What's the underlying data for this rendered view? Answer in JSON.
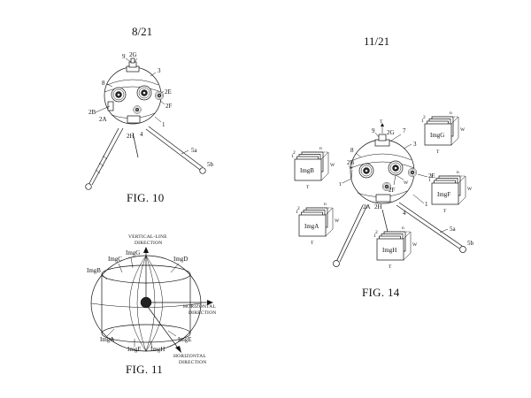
{
  "sheets": {
    "left": {
      "page": "8/21",
      "fig10_caption": "FIG. 10",
      "fig11_caption": "FIG. 11"
    },
    "right": {
      "page": "11/21",
      "fig14_caption": "FIG. 14"
    }
  },
  "fig10": {
    "labels": {
      "l9": "9",
      "l2G": "2G",
      "l3": "3",
      "l8": "8",
      "l2E": "2E",
      "l2F": "2F",
      "l2B": "2B",
      "l2A": "2A",
      "l1": "1",
      "l2H": "2H",
      "l4": "4",
      "l5a": "5a",
      "l5b": "5b"
    }
  },
  "fig11": {
    "vertical_line_1": "VERTICAL-LINE",
    "vertical_line_2": "DIRECTION",
    "horizontal_1": "HORIZONTAL",
    "horizontal_2": "DIRECTION",
    "horizontal_b1": "HORIZONTAL",
    "horizontal_b2": "DIRECTION",
    "imgs": {
      "C": "ImgC",
      "G": "ImgG",
      "D": "ImgD",
      "B": "ImgB",
      "A": "ImgA",
      "F": "ImgF",
      "H": "ImgH",
      "E": "ImgE"
    }
  },
  "fig14": {
    "labels": {
      "l9": "9",
      "l2G": "2G",
      "l7": "7",
      "l3": "3",
      "l8": "8",
      "l2B": "2B",
      "l2E": "2E",
      "l2F": "2F",
      "l2A": "2A",
      "l2H": "2H",
      "l1": "1",
      "l4": "4",
      "l5a": "5a",
      "l5b": "5b"
    },
    "stacks": {
      "B": {
        "name": "ImgB",
        "n": "n",
        "two": "2",
        "one": "1",
        "W": "W",
        "T": "T"
      },
      "G": {
        "name": "ImgG",
        "n": "n",
        "two": "2",
        "one": "1",
        "W": "W",
        "T": "T"
      },
      "A": {
        "name": "ImgA",
        "n": "n",
        "two": "2",
        "one": "1",
        "W": "W",
        "T": "T"
      },
      "F": {
        "name": "ImgF",
        "n": "n",
        "two": "2",
        "one": "1",
        "W": "W",
        "T": "T"
      },
      "H": {
        "name": "ImgH",
        "n": "n",
        "two": "2",
        "one": "1",
        "W": "W",
        "T": "T"
      }
    },
    "axis": {
      "T": "T",
      "W": "W"
    }
  }
}
